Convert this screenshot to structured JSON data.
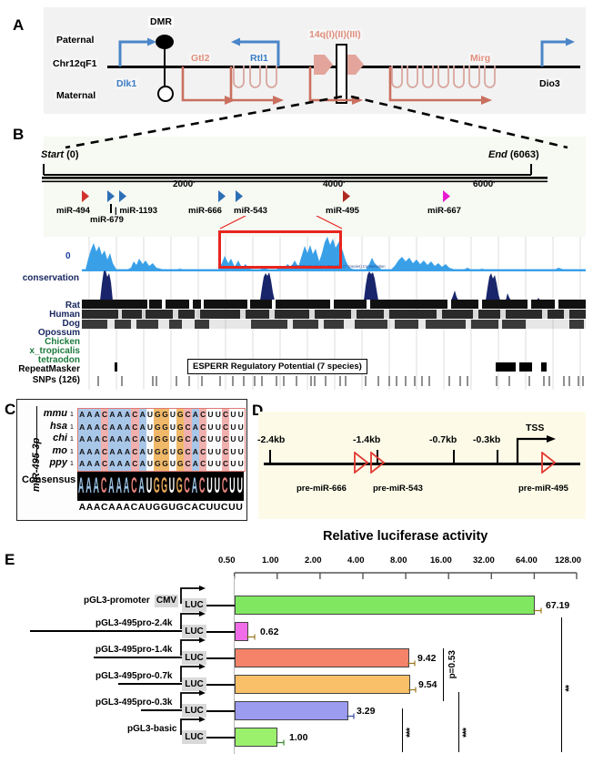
{
  "panels": {
    "a": {
      "letter": "A",
      "dmr_label": "DMR",
      "row_labels": [
        "Paternal",
        "Chr12qF1",
        "Maternal"
      ],
      "genes": [
        {
          "name": "Dlk1",
          "color": "blue"
        },
        {
          "name": "Gtl2",
          "color": "salmon"
        },
        {
          "name": "Rtl1",
          "color": "blue"
        },
        {
          "name": "14q(I)(II)(III)",
          "color": "salmon"
        },
        {
          "name": "Mirg",
          "color": "salmon"
        },
        {
          "name": "Dio3",
          "color": "black"
        }
      ]
    },
    "b": {
      "letter": "B",
      "start_label": "Start",
      "start_value": "(0)",
      "end_label": "End",
      "end_value": "(6063)",
      "ruler_ticks": [
        "2000",
        "4000",
        "6000"
      ],
      "mirnas": [
        {
          "name": "miR-494",
          "color": "red"
        },
        {
          "name": "miR-679",
          "color": "blue"
        },
        {
          "name": "miR-1193",
          "color": "blue"
        },
        {
          "name": "miR-666",
          "color": "blue"
        },
        {
          "name": "miR-543",
          "color": "blue"
        },
        {
          "name": "miR-495",
          "color": "red"
        },
        {
          "name": "miR-667",
          "color": "magenta"
        }
      ],
      "highlight_color": "#e8251e"
    },
    "browser": {
      "zero_label": "0",
      "conservation_label": "conservation",
      "species": [
        {
          "name": "Rat",
          "color": "navy"
        },
        {
          "name": "Human",
          "color": "navy"
        },
        {
          "name": "Dog",
          "color": "navy"
        },
        {
          "name": "Opossum",
          "color": "navy"
        },
        {
          "name": "Chicken",
          "color": "green"
        },
        {
          "name": "x_tropicalis",
          "color": "green"
        },
        {
          "name": "tetraodon",
          "color": "green"
        },
        {
          "name": "RepeatMasker",
          "color": "black"
        },
        {
          "name": "SNPs (126)",
          "color": "black"
        }
      ],
      "esperr_label": "ESPERR Regulatory Potential (7 species)"
    },
    "c": {
      "letter": "C",
      "title": "miR-495-3p",
      "species": [
        "mmu",
        "hsa",
        "chi",
        "mo",
        "ppy"
      ],
      "start_index": "1",
      "sequence": "AAACAAACAUGGUGCACUUCUU",
      "consensus_label": "Consensus",
      "consensus_sequence": "AAACAAACAUGGUGCACUUCUU"
    },
    "d": {
      "letter": "D",
      "positions": [
        "-2.4kb",
        "-1.4kb",
        "-0.7kb",
        "-0.3kb"
      ],
      "tss_label": "TSS",
      "features": [
        "pre-miR-666",
        "pre-miR-543",
        "pre-miR-495"
      ]
    },
    "e": {
      "letter": "E",
      "chart_data": {
        "type": "bar",
        "title": "Relative luciferase activity",
        "xlabel": "",
        "ylabel": "",
        "orientation": "horizontal",
        "scale": "log2",
        "xlim": [
          0.5,
          128.0
        ],
        "grid": false,
        "tick_labels": [
          "0.50",
          "1.00",
          "2.00",
          "4.00",
          "8.00",
          "16.00",
          "32.00",
          "64.00",
          "128.00"
        ],
        "tick_values": [
          0.5,
          1,
          2,
          4,
          8,
          16,
          32,
          64,
          128
        ],
        "categories": [
          "pGL3-promoter",
          "pGL3-495pro-2.4k",
          "pGL3-495pro-1.4k",
          "pGL3-495pro-0.7k",
          "pGL3-495pro-0.3k",
          "pGL3-basic"
        ],
        "values": [
          67.19,
          0.62,
          9.42,
          9.54,
          3.29,
          1.0
        ],
        "value_labels": [
          "67.19",
          "0.62",
          "9.42",
          "9.54",
          "3.29",
          "1.00"
        ],
        "colors": [
          "#7fe860",
          "#f06ce8",
          "#f4836a",
          "#f9c069",
          "#9b9bf0",
          "#9bf06c"
        ],
        "annotations": [
          {
            "text": "p=0.53",
            "kind": "pvalue"
          },
          {
            "text": "***",
            "kind": "stars"
          },
          {
            "text": "***",
            "kind": "stars"
          },
          {
            "text": "**",
            "kind": "stars"
          }
        ]
      },
      "luc_label": "LUC",
      "cmv_label": "CMV"
    }
  }
}
